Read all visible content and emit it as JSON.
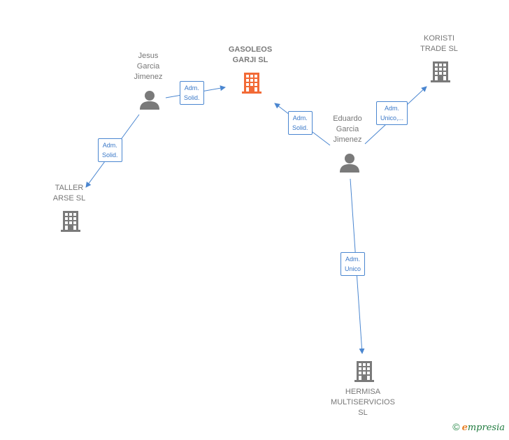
{
  "nodes": {
    "gasoleos": {
      "label": "GASOLEOS\nGARJI  SL",
      "type": "company",
      "color": "#f26a36"
    },
    "jesus": {
      "label": "Jesus\nGarcia\nJimenez",
      "type": "person",
      "color": "#7a7a7a"
    },
    "eduardo": {
      "label": "Eduardo\nGarcia\nJimenez",
      "type": "person",
      "color": "#7a7a7a"
    },
    "koristi": {
      "label": "KORISTI\nTRADE  SL",
      "type": "company",
      "color": "#7a7a7a"
    },
    "taller": {
      "label": "TALLER\nARSE  SL",
      "type": "company",
      "color": "#7a7a7a"
    },
    "hermisa": {
      "label": "HERMISA\nMULTISERVICIOS\nSL",
      "type": "company",
      "color": "#7a7a7a"
    }
  },
  "edges": {
    "jesus_gasoleos": {
      "label": "Adm.\nSolid."
    },
    "jesus_taller": {
      "label": "Adm.\nSolid."
    },
    "eduardo_gasoleos": {
      "label": "Adm.\nSolid."
    },
    "eduardo_koristi": {
      "label": "Adm.\nUnico,..."
    },
    "eduardo_hermisa": {
      "label": "Adm.\nUnico"
    }
  },
  "colors": {
    "edge": "#4a86d0",
    "focus_company": "#f26a36",
    "company": "#7a7a7a",
    "person": "#7a7a7a"
  },
  "footer": {
    "copyright": "©",
    "brand_initial": "e",
    "brand_rest": "mpresia"
  }
}
